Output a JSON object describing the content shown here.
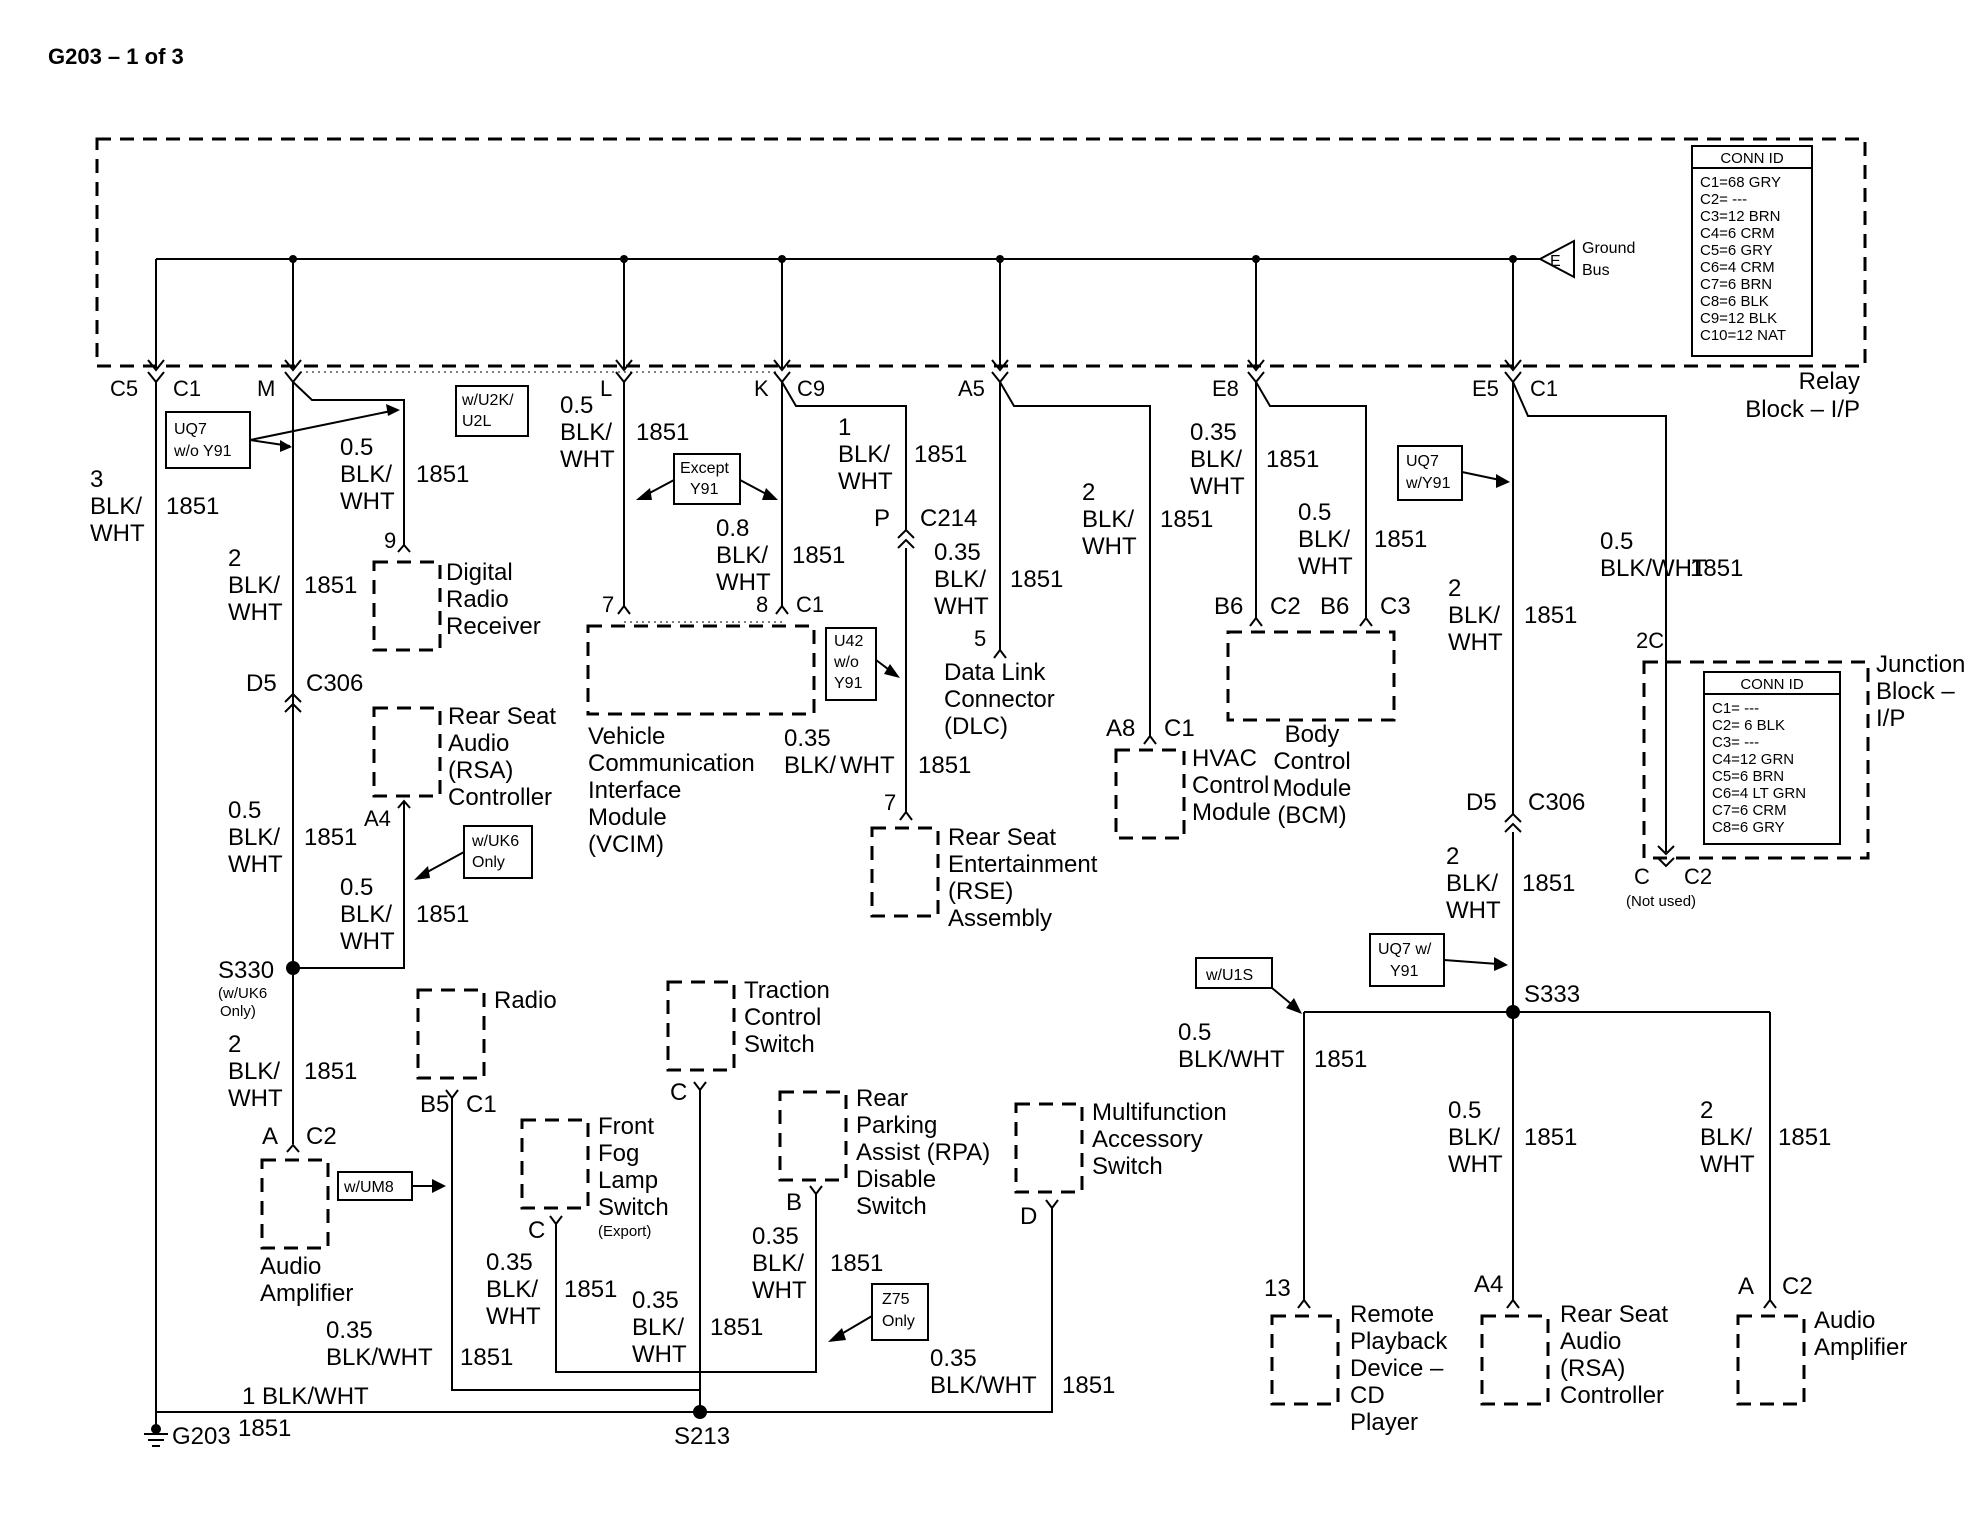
{
  "title": "G203 – 1 of 3",
  "relay_block": {
    "name_line1": "Relay",
    "name_line2": "Block – I/P",
    "ground_bus_line1": "Ground",
    "ground_bus_line2": "Bus",
    "ground_bus_letter": "E",
    "conn_id": {
      "header": "CONN ID",
      "rows": [
        "C1=68 GRY",
        "C2= ---",
        "C3=12 BRN",
        "C4=6 CRM",
        "C5=6 GRY",
        "C6=4 CRM",
        "C7=6 BRN",
        "C8=6 BLK",
        "C9=12 BLK",
        "C10=12 NAT"
      ]
    }
  },
  "junction_block": {
    "name_line1": "Junction",
    "name_line2": "Block –",
    "name_line3": "I/P",
    "conn_id": {
      "header": "CONN ID",
      "rows": [
        "C1= ---",
        "C2= 6 BLK",
        "C3= ---",
        "C4=12 GRN",
        "C5=6 BRN",
        "C6=4 LT GRN",
        "C7=6 CRM",
        "C8=6 GRY"
      ]
    },
    "terminal_top": "2C",
    "terminal_bottom": "C",
    "connector_bottom": "C2",
    "not_used": "(Not used)"
  },
  "option_boxes": {
    "uq7_wo_y91": [
      "UQ7",
      "w/o Y91"
    ],
    "w_u2k_u2l": [
      "w/U2K/",
      "U2L"
    ],
    "except_y91": [
      "Except",
      "Y91"
    ],
    "u42_wo_y91": [
      "U42",
      "w/o",
      "Y91"
    ],
    "uq7_w_y91": [
      "UQ7",
      "w/Y91"
    ],
    "w_uk6_only": [
      "w/UK6",
      "Only"
    ],
    "w_um8": [
      "w/UM8"
    ],
    "z75_only": [
      "Z75",
      "Only"
    ],
    "w_u1s": [
      "w/U1S"
    ],
    "uq7_w_y91_b": [
      "UQ7 w/",
      "Y91"
    ]
  },
  "components": {
    "digital_radio": [
      "Digital",
      "Radio",
      "Receiver"
    ],
    "rsa_left": [
      "Rear Seat",
      "Audio",
      "(RSA)",
      "Controller"
    ],
    "vcim": [
      "Vehicle",
      "Communication",
      "Interface",
      "Module",
      "(VCIM)"
    ],
    "dlc": [
      "Data Link",
      "Connector",
      "(DLC)"
    ],
    "hvac": [
      "HVAC",
      "Control",
      "Module"
    ],
    "bcm": [
      "Body",
      "Control",
      "Module",
      "(BCM)"
    ],
    "rse": [
      "Rear Seat",
      "Entertainment",
      "(RSE)",
      "Assembly"
    ],
    "radio": [
      "Radio"
    ],
    "traction": [
      "Traction",
      "Control",
      "Switch"
    ],
    "fog": [
      "Front",
      "Fog",
      "Lamp",
      "Switch"
    ],
    "fog_export": "(Export)",
    "rpa": [
      "Rear",
      "Parking",
      "Assist (RPA)",
      "Disable",
      "Switch"
    ],
    "multifunction": [
      "Multifunction",
      "Accessory",
      "Switch"
    ],
    "amp_left": [
      "Audio",
      "Amplifier"
    ],
    "remote_playback": [
      "Remote",
      "Playback",
      "Device –",
      "CD",
      "Player"
    ],
    "rsa_right": [
      "Rear Seat",
      "Audio",
      "(RSA)",
      "Controller"
    ],
    "amp_right": [
      "Audio",
      "Amplifier"
    ]
  },
  "labels": {
    "c5": "C5",
    "c1": "C1",
    "m": "M",
    "l": "L",
    "k": "K",
    "c9": "C9",
    "a5": "A5",
    "e8": "E8",
    "e5": "E5",
    "c1_e5": "C1",
    "t9": "9",
    "t7": "7",
    "t8": "8",
    "c1_vcim": "C1",
    "p": "P",
    "c214": "C214",
    "t5": "5",
    "t7_rse": "7",
    "a8": "A8",
    "c1_hvac": "C1",
    "b6a": "B6",
    "c2_bcm": "C2",
    "b6b": "B6",
    "c3_bcm": "C3",
    "d5_left": "D5",
    "c306_left": "C306",
    "a4_left": "A4",
    "d5_right": "D5",
    "c306_right": "C306",
    "s330": "S330",
    "s330_note1": "(w/UK6",
    "s330_note2": "Only)",
    "s333": "S333",
    "s213": "S213",
    "g203": "G203",
    "a_amp": "A",
    "c2_amp": "C2",
    "b5": "B5",
    "c1_radio": "C1",
    "c_traction": "C",
    "c_fog": "C",
    "b_rpa": "B",
    "d_multi": "D",
    "t13": "13",
    "a4_right": "A4",
    "a_amp_r": "A",
    "c2_amp_r": "C2"
  },
  "wire_labels": {
    "w1_size": "3",
    "w1_color1": "BLK/",
    "w1_color2": "WHT",
    "w1_circuit": "1851",
    "w2_size": "0.5",
    "w2_color1": "BLK/",
    "w2_color2": "WHT",
    "w2_circuit": "1851",
    "w3_size": "2",
    "w3_color1": "BLK/",
    "w3_color2": "WHT",
    "w3_circuit": "1851",
    "w4_size": "0.5",
    "w4_color1": "BLK/",
    "w4_color2": "WHT",
    "w4_circuit": "1851",
    "w5_size": "0.5",
    "w5_color1": "BLK/",
    "w5_color2": "WHT",
    "w5_circuit": "1851",
    "w6_size": "0.5",
    "w6_color1": "BLK/",
    "w6_color2": "WHT",
    "w6_circuit": "1851",
    "w7_size": "0.8",
    "w7_color1": "BLK/",
    "w7_color2": "WHT",
    "w7_circuit": "1851",
    "w8_size": "1",
    "w8_color1": "BLK/",
    "w8_color2": "WHT",
    "w8_circuit": "1851",
    "w9_size": "0.35",
    "w9_color1": "BLK/",
    "w9_color2": "WHT",
    "w9_circuit": "1851",
    "w10_size": "0.35",
    "w10_color1": "BLK/",
    "w10_color2": "WHT",
    "w10_circuit": "1851",
    "w11_size": "2",
    "w11_color1": "BLK/",
    "w11_color2": "WHT",
    "w11_circuit": "1851",
    "w12_size": "0.35",
    "w12_color1": "BLK/",
    "w12_color2": "WHT",
    "w12_circuit": "1851",
    "w13_size": "0.5",
    "w13_color": "BLK/WHT",
    "w13_circuit": "1851",
    "w14_size": "2",
    "w14_color1": "BLK/",
    "w14_color2": "WHT",
    "w14_circuit": "1851",
    "w15_size": "0.5",
    "w15_color1": "BLK/",
    "w15_color2": "WHT",
    "w15_circuit": "1851",
    "w16_size": "2",
    "w16_color1": "BLK/",
    "w16_color2": "WHT",
    "w16_circuit": "1851",
    "w17_size": "2",
    "w17_color1": "BLK/",
    "w17_color2": "WHT",
    "w17_circuit": "1851",
    "w18_size": "0.5",
    "w18_color": "BLK/WHT",
    "w18_circuit": "1851",
    "w19_size": "0.5",
    "w19_color1": "BLK/",
    "w19_color2": "WHT",
    "w19_circuit": "1851",
    "w20_size": "2",
    "w20_color1": "BLK/",
    "w20_color2": "WHT",
    "w20_circuit": "1851",
    "w21_size": "0.35",
    "w21_color": "BLK/WHT",
    "w21_circuit": "1851",
    "w22_text": "1 BLK/WHT",
    "w22_circuit": "1851",
    "w23_size": "0.35",
    "w23_color1": "BLK/",
    "w23_color2": "WHT",
    "w23_circuit": "1851",
    "w24_size": "0.35",
    "w24_color1": "BLK/",
    "w24_color2": "WHT",
    "w24_circuit": "1851",
    "w25_size": "0.35",
    "w25_color1": "BLK/",
    "w25_color2": "WHT",
    "w25_circuit": "1851",
    "w26_size": "0.35",
    "w26_color": "BLK/WHT",
    "w26_circuit": "1851"
  }
}
